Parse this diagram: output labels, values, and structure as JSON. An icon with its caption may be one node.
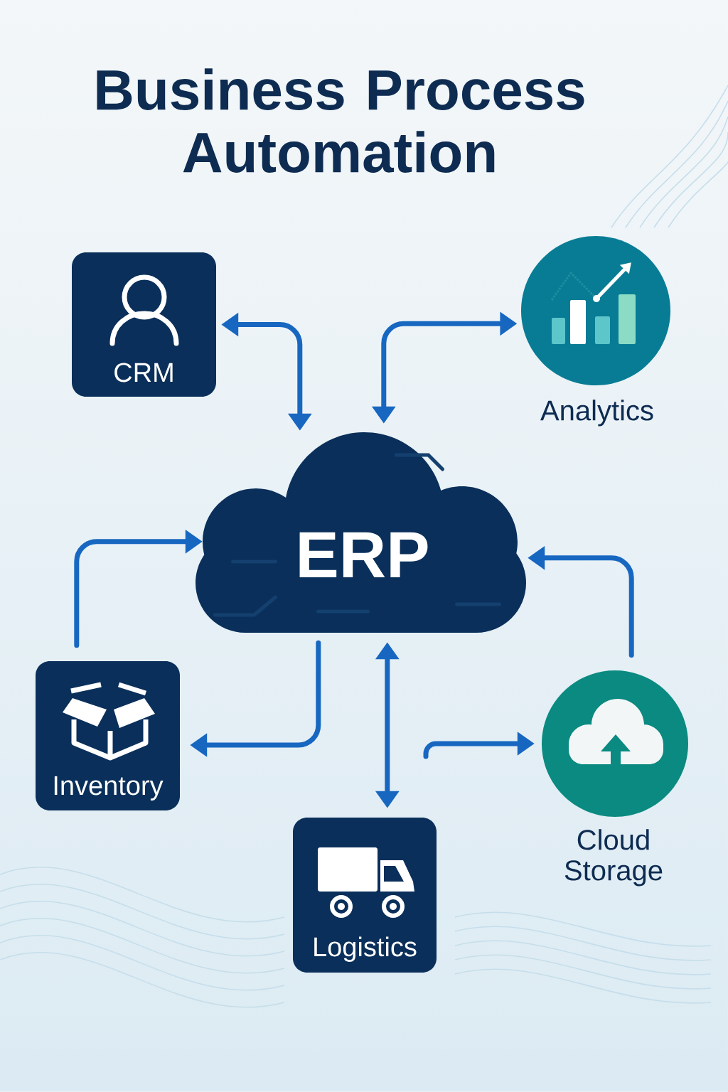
{
  "diagram": {
    "title": "Business Process Automation",
    "nodes": [
      {
        "text": [
          "CRM"
        ]
      },
      {
        "text": [
          "Analytics"
        ]
      },
      {
        "text": [
          "ERP"
        ]
      },
      {
        "text": [
          "Inventory"
        ]
      },
      {
        "text": [
          "Cloud Storage"
        ]
      },
      {
        "text": [
          "Logistics"
        ]
      }
    ],
    "edges": [
      {
        "from": 0,
        "to": 2,
        "arrow": "both"
      },
      {
        "from": 2,
        "to": 1,
        "arrow": "both"
      },
      {
        "from": 3,
        "to": 2,
        "arrow": "to"
      },
      {
        "from": 2,
        "to": 3,
        "arrow": "to"
      },
      {
        "from": 2,
        "to": 5,
        "arrow": "both"
      },
      {
        "from": 4,
        "to": 2,
        "arrow": "to"
      },
      {
        "from": null,
        "to": 4,
        "arrow": "to"
      }
    ]
  }
}
